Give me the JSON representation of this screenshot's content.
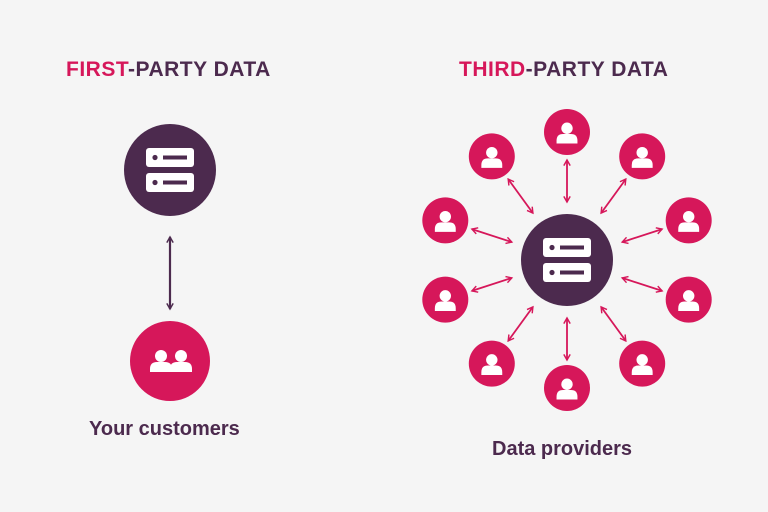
{
  "colors": {
    "background": "#f5f5f5",
    "accent": "#d6175a",
    "dark": "#4c2a4e",
    "icon": "#ffffff"
  },
  "first_party": {
    "title_accent": "FIRST",
    "title_rest": "-PARTY DATA",
    "server_icon": "server-icon",
    "customers_icon": "users-icon",
    "caption": "Your customers"
  },
  "third_party": {
    "title_accent": "THIRD",
    "title_rest": "-PARTY DATA",
    "server_icon": "server-icon",
    "provider_icon": "user-icon",
    "provider_count": 10,
    "caption": "Data providers"
  }
}
